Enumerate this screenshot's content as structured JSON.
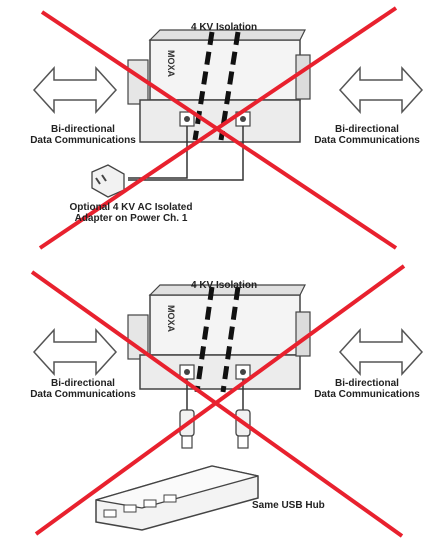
{
  "panel_top": {
    "isolation_label": "4 KV Isolation",
    "brand": "MOXA",
    "left_label": [
      "Bi-directional",
      "Data Communications"
    ],
    "right_label": [
      "Bi-directional",
      "Data Communications"
    ],
    "adapter_label": [
      "Optional 4 KV AC Isolated",
      "Adapter on Power Ch. 1"
    ]
  },
  "panel_bottom": {
    "isolation_label": "4 KV Isolation",
    "brand": "MOXA",
    "left_label": [
      "Bi-directional",
      "Data Communications"
    ],
    "right_label": [
      "Bi-directional",
      "Data Communications"
    ],
    "hub_label": "Same USB Hub"
  },
  "colors": {
    "cross": "#e8212e",
    "ink": "#333333",
    "device": "#f2f2f2"
  }
}
